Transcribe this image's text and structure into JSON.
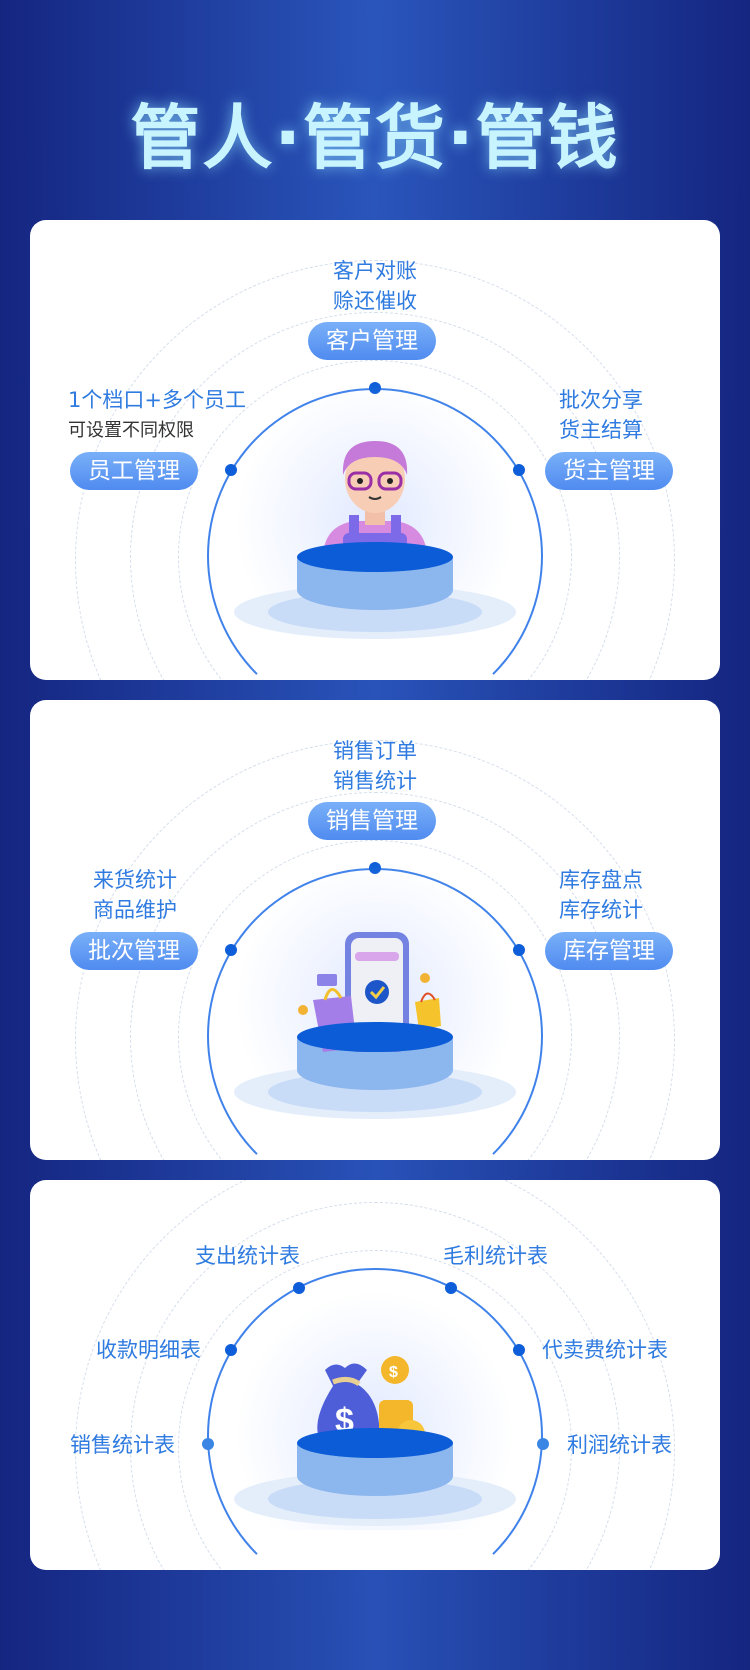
{
  "header": {
    "title": "管人·管货·管钱"
  },
  "colors": {
    "accent": "#2f7be0",
    "pill": "#5b94f2",
    "dot": "#0d5ed8",
    "title": "#c8f4ff",
    "background": "#1f3fa6"
  },
  "cards": [
    {
      "name": "people",
      "illustration": "person-avatar-icon",
      "top": {
        "lines": [
          "客户对账",
          "赊还催收"
        ],
        "pill": "客户管理"
      },
      "left": {
        "lines": [
          "1个档口+多个员工"
        ],
        "sub": "可设置不同权限",
        "pill": "员工管理"
      },
      "right": {
        "lines": [
          "批次分享",
          "货主结算"
        ],
        "pill": "货主管理"
      }
    },
    {
      "name": "goods",
      "illustration": "phone-shopping-icon",
      "top": {
        "lines": [
          "销售订单",
          "销售统计"
        ],
        "pill": "销售管理"
      },
      "left": {
        "lines": [
          "来货统计",
          "商品维护"
        ],
        "pill": "批次管理"
      },
      "right": {
        "lines": [
          "库存盘点",
          "库存统计"
        ],
        "pill": "库存管理"
      }
    },
    {
      "name": "money",
      "illustration": "money-bag-icon",
      "reports": [
        "支出统计表",
        "毛利统计表",
        "收款明细表",
        "代卖费统计表",
        "销售统计表",
        "利润统计表"
      ]
    }
  ]
}
